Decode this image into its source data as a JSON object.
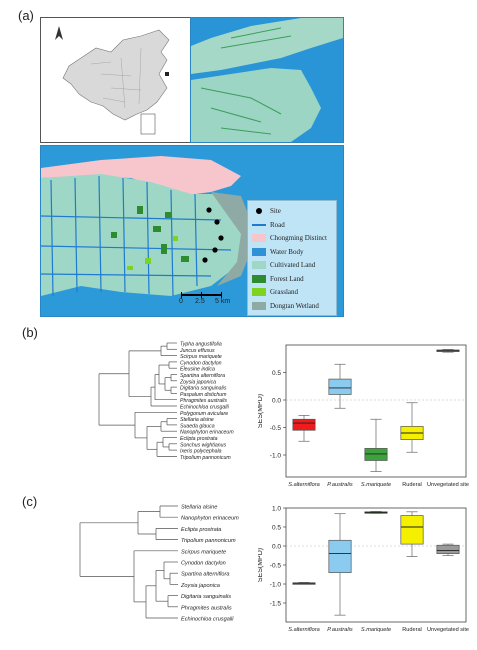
{
  "panels": {
    "a": "(a)",
    "b": "(b)",
    "c": "(c)"
  },
  "legend": {
    "items": [
      {
        "label": "Site",
        "kind": "dot",
        "color": "#000000"
      },
      {
        "label": "Road",
        "kind": "line",
        "color": "#1f7bd0"
      },
      {
        "label": "Chongming Distinct",
        "kind": "fill",
        "color": "#f6c6cc"
      },
      {
        "label": "Water Body",
        "kind": "fill",
        "color": "#2f92d6"
      },
      {
        "label": "Cultivated Land",
        "kind": "fill",
        "color": "#9ed7c5"
      },
      {
        "label": "Forest Land",
        "kind": "fill",
        "color": "#2e8b2e"
      },
      {
        "label": "Grassland",
        "kind": "fill",
        "color": "#7ed321"
      },
      {
        "label": "Dongtan Wetland",
        "kind": "fill",
        "color": "#8fa9a5"
      }
    ]
  },
  "scalebar": {
    "labels": [
      "0",
      "2.5",
      "5 km"
    ]
  },
  "tree_b": {
    "taxa": [
      "Typha angustifolia",
      "Juncus effusus",
      "Scirpus mariquete",
      "Cynodon dactylon",
      "Eleusine indica",
      "Spartina alterniflora",
      "Zoysia japonica",
      "Digitaria sanguinalis",
      "Paspalum distichum",
      "Phragmites australis",
      "Echinochloa crusgalli",
      "Polygonum aviculare",
      "Stellaria alsine",
      "Suaeda glauca",
      "Nanophyton erinaceum",
      "Eclipta prostrata",
      "Sonchus wightianus",
      "Ixeris polycephala",
      "Tripolium pannonicum"
    ]
  },
  "tree_c": {
    "taxa": [
      "Stellaria alsine",
      "Nanophyton erinaceum",
      "Eclipta prostrata",
      "Tripolium pannonicum",
      "Scirpus mariquete",
      "Cynodon dactylon",
      "Spartina alterniflora",
      "Zoysia japonica",
      "Digitaria sanguinalis",
      "Phragmites australis",
      "Echinochloa crusgalli"
    ]
  },
  "chart_data": [
    {
      "type": "box",
      "ylabel": "SES(MPD)",
      "ylim": [
        -1.4,
        1.0
      ],
      "yticks": [
        -1.0,
        -0.5,
        0.0,
        0.5
      ],
      "ytick_labels": [
        "-1.0",
        "-0.5",
        "0.0",
        "0.5"
      ],
      "categories": [
        "S.alterniflora",
        "P.australis",
        "S.mariquete",
        "Ruderal",
        "Unvegetated site"
      ],
      "boxes": [
        {
          "min": -0.75,
          "q1": -0.55,
          "median": -0.42,
          "q3": -0.35,
          "max": -0.28,
          "color": "#ee1c1c"
        },
        {
          "min": -0.15,
          "q1": 0.1,
          "median": 0.22,
          "q3": 0.38,
          "max": 0.65,
          "color": "#8ccbf0"
        },
        {
          "min": -1.3,
          "q1": -1.1,
          "median": -0.98,
          "q3": -0.88,
          "max": -0.35,
          "color": "#3ca33c"
        },
        {
          "min": -0.95,
          "q1": -0.72,
          "median": -0.6,
          "q3": -0.48,
          "max": -0.05,
          "color": "#f5f000"
        },
        {
          "min": 0.87,
          "q1": 0.88,
          "median": 0.895,
          "q3": 0.91,
          "max": 0.92,
          "color": "#9a9a9a"
        }
      ]
    },
    {
      "type": "box",
      "ylabel": "SES(MPD)",
      "ylim": [
        -2.0,
        1.0
      ],
      "yticks": [
        -1.5,
        -1.0,
        -0.5,
        0.0,
        0.5,
        1.0
      ],
      "ytick_labels": [
        "-1.5",
        "-1.0",
        "-0.5",
        "0.0",
        "0.5",
        "1.0"
      ],
      "categories": [
        "S.alterniflora",
        "P.australis",
        "S.mariquete",
        "Ruderal",
        "Unvegetated site"
      ],
      "boxes": [
        {
          "min": -0.99,
          "q1": -0.98,
          "median": -0.975,
          "q3": -0.97,
          "max": -0.96,
          "color": "#ee1c1c"
        },
        {
          "min": -1.82,
          "q1": -0.7,
          "median": -0.2,
          "q3": 0.15,
          "max": 0.85,
          "color": "#8ccbf0"
        },
        {
          "min": 0.86,
          "q1": 0.87,
          "median": 0.88,
          "q3": 0.9,
          "max": 0.91,
          "color": "#3ca33c"
        },
        {
          "min": -0.28,
          "q1": 0.05,
          "median": 0.5,
          "q3": 0.8,
          "max": 0.9,
          "color": "#f5f000"
        },
        {
          "min": -0.25,
          "q1": -0.2,
          "median": -0.12,
          "q3": 0.02,
          "max": 0.05,
          "color": "#9a9a9a"
        }
      ]
    }
  ]
}
